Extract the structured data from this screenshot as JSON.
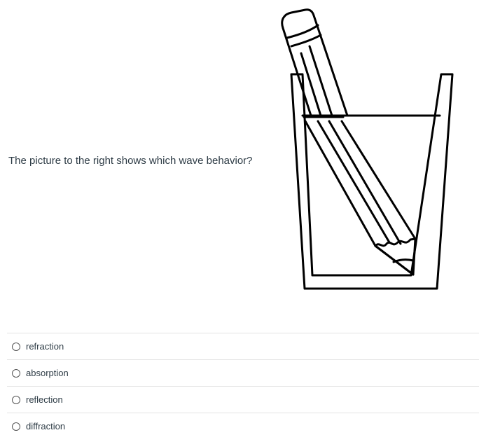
{
  "question": {
    "text": "The picture to the right shows which wave behavior?",
    "figure_icon": "pencil-in-glass-of-water"
  },
  "answers": [
    {
      "label": "refraction",
      "selected": false
    },
    {
      "label": "absorption",
      "selected": false
    },
    {
      "label": "reflection",
      "selected": false
    },
    {
      "label": "diffraction",
      "selected": false
    }
  ],
  "colors": {
    "text": "#2d3b45",
    "divider": "#e3e3e3",
    "stroke": "#000000"
  }
}
